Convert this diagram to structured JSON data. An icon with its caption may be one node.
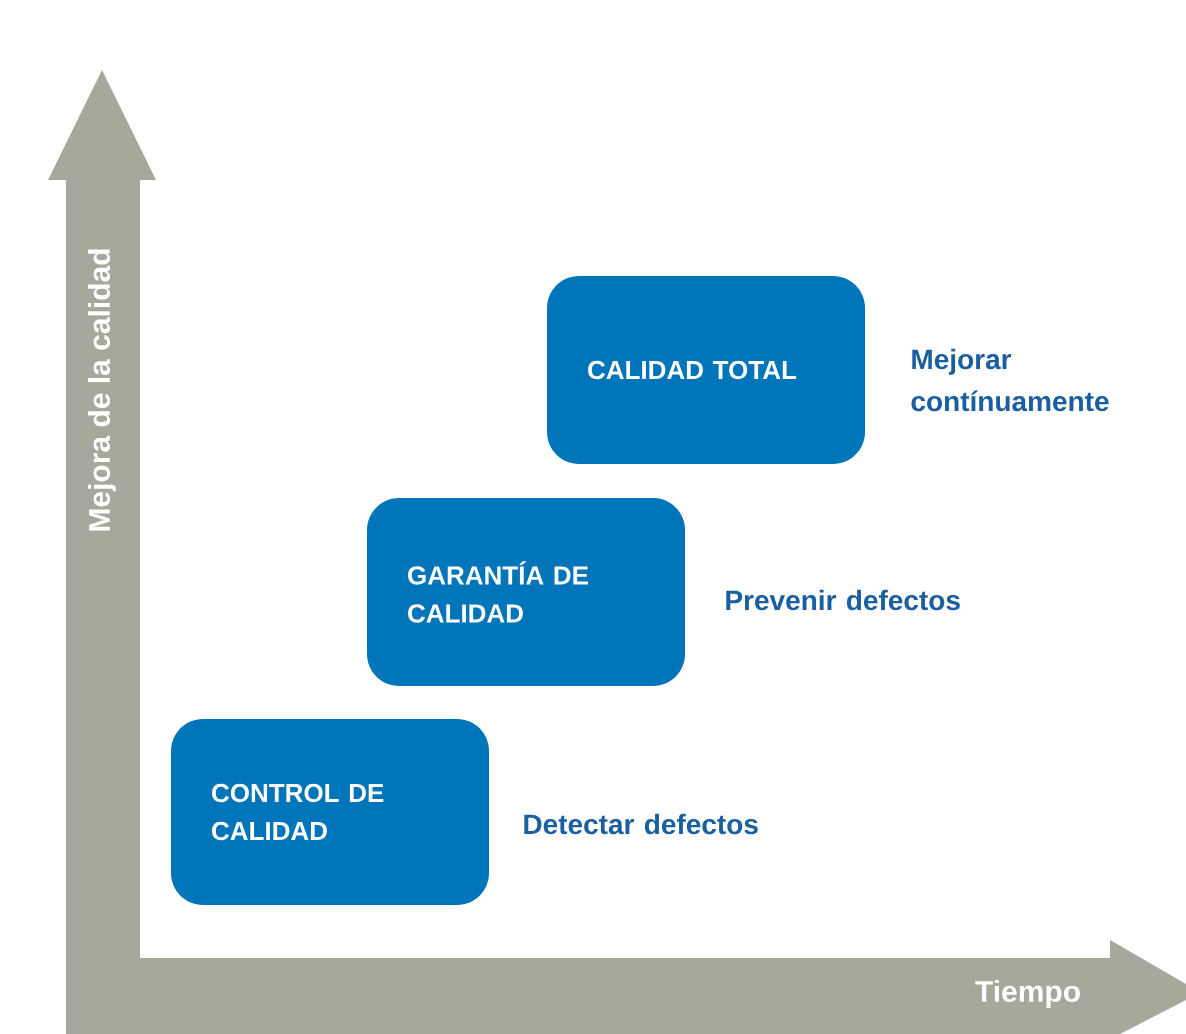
{
  "diagram": {
    "nodes": [
      {
        "text": [
          "CONTROL DE CALIDAD"
        ],
        "beside": [
          "Detectar defectos"
        ]
      },
      {
        "text": [
          "GARANTÍA DE CALIDAD"
        ],
        "beside": [
          "Prevenir defectos"
        ]
      },
      {
        "text": [
          "CALIDAD TOTAL"
        ],
        "beside": [
          "Mejorar contínuamente"
        ]
      }
    ],
    "labels": [
      "Mejora de la calidad",
      "Tiempo"
    ]
  }
}
